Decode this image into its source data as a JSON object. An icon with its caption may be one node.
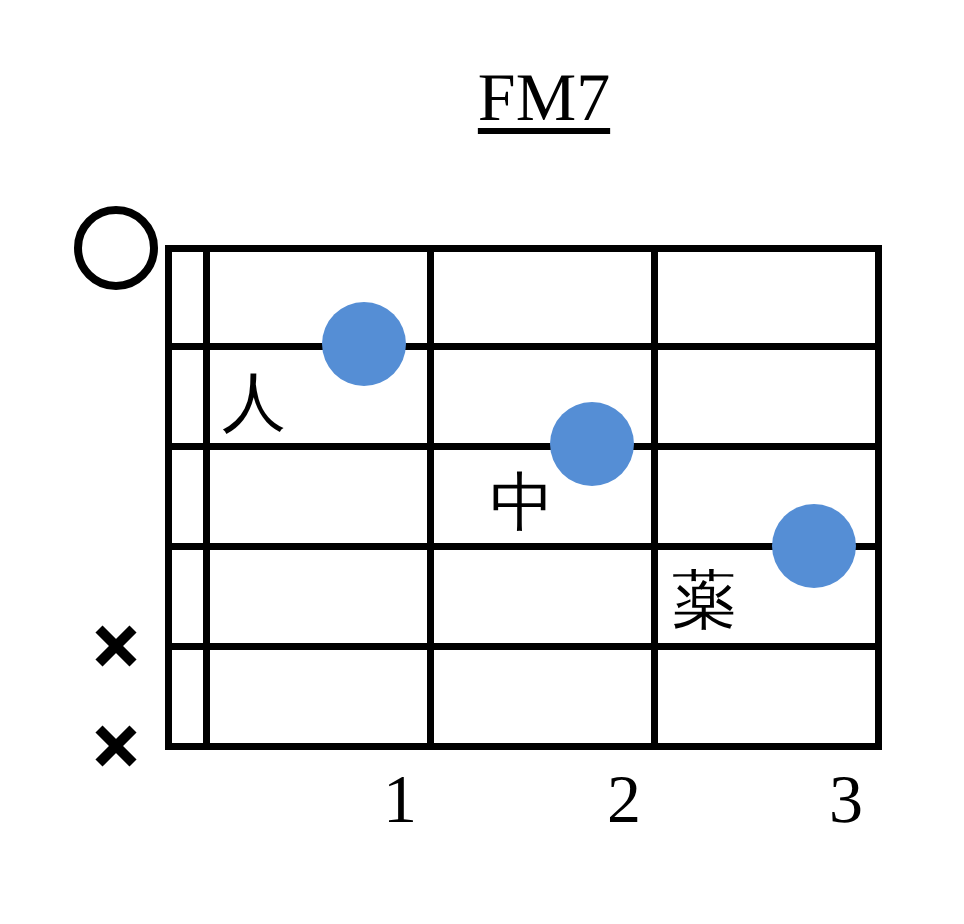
{
  "diagram": {
    "title": "FM7",
    "nodes": [
      {
        "text": [],
        "shape": "circle",
        "beside": [
          "人"
        ]
      },
      {
        "text": [],
        "shape": "circle",
        "beside": [
          "中"
        ]
      },
      {
        "text": [],
        "shape": "circle",
        "beside": [
          "薬"
        ]
      }
    ],
    "labels": [
      "1",
      "2",
      "3"
    ]
  }
}
